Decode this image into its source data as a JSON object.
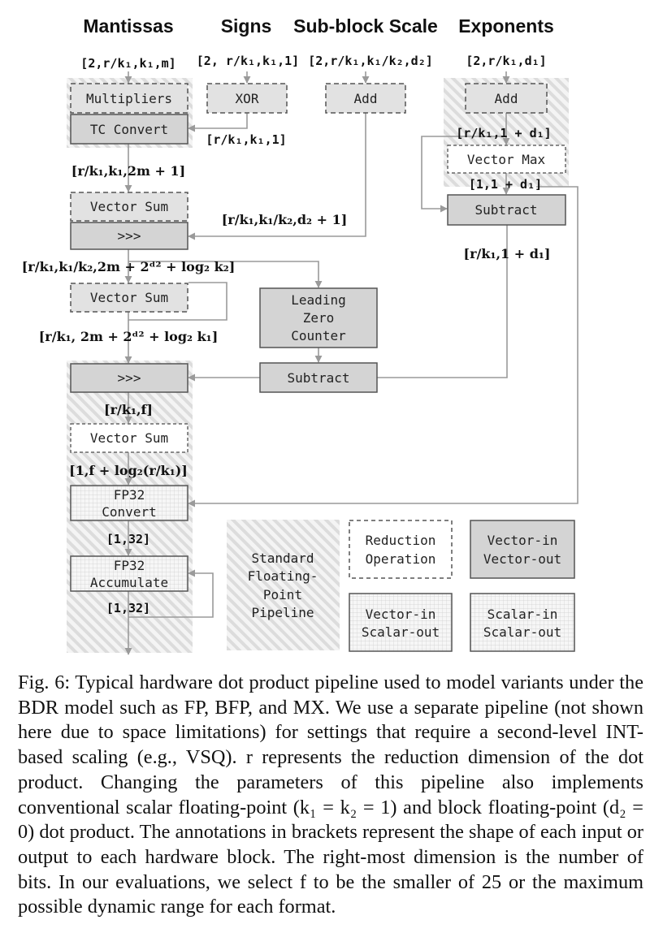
{
  "headers": {
    "mantissas": "Mantissas",
    "signs": "Signs",
    "subblock_scale": "Sub-block Scale",
    "exponents": "Exponents"
  },
  "blocks": {
    "multipliers": "Multipliers",
    "xor": "XOR",
    "add_subblock": "Add",
    "add_exp": "Add",
    "tc_convert": "TC Convert",
    "vector_max": "Vector Max",
    "vector_sum_1": "Vector Sum",
    "shift_1": ">>>",
    "subtract_exp": "Subtract",
    "vector_sum_2": "Vector Sum",
    "leading_zero_counter": [
      "Leading",
      "Zero",
      "Counter"
    ],
    "shift_2": ">>>",
    "subtract_lzc": "Subtract",
    "vector_sum_3": "Vector Sum",
    "fp32_convert": [
      "FP32",
      "Convert"
    ],
    "fp32_accumulate": [
      "FP32",
      "Accumulate"
    ]
  },
  "annotations": {
    "mantissa_in": "[2,r/k₁,k₁,m]",
    "sign_in": "[2, r/k₁,k₁,1]",
    "subblock_in": "[2,r/k₁,k₁/k₂,d₂]",
    "exp_in": "[2,r/k₁,d₁]",
    "xor_out": "[r/k₁,k₁,1]",
    "exp_add_out": "[r/k₁,1 + d₁]",
    "tc_out": "[r/k₁,k₁,2m + 1]",
    "vmax_out": "[1,1 + d₁]",
    "subblock_out": "[r/k₁,k₁/k₂,d₂ + 1]",
    "sub_out": "[r/k₁,1 + d₁]",
    "shift_out": "[r/k₁,k₁/k₂,2m + 2ᵈ² + log₂ k₂]",
    "vsum_out": "[r/k₁, 2m + 2ᵈ² + log₂ k₁]",
    "align_out": "[r/k₁,f]",
    "reduce_out": "[1,f + log₂(r/k₁)]",
    "fp32_out_1": "[1,32]",
    "fp32_out_2": "[1,32]"
  },
  "legend": {
    "standard_fp": [
      "Standard",
      "Floating-",
      "Point",
      "Pipeline"
    ],
    "reduction_op": [
      "Reduction",
      "Operation"
    ],
    "vector_in_vector_out": [
      "Vector-in",
      "Vector-out"
    ],
    "vector_in_scalar_out": [
      "Vector-in",
      "Scalar-out"
    ],
    "scalar_in_scalar_out": [
      "Scalar-in",
      "Scalar-out"
    ]
  },
  "colors": {
    "vector_fill": "#d4d4d4",
    "block_stroke": "#555555",
    "wire": "#9a9a9a",
    "hatch_stripe": "#dcdcdc"
  },
  "caption": "Fig. 6: Typical hardware dot product pipeline used to model variants under the BDR model such as FP, BFP, and MX. We use a separate pipeline (not shown here due to space limitations) for settings that require a second-level INT-based scaling (e.g., VSQ). r represents the reduction dimension of the dot product. Changing the parameters of this pipeline also implements conventional scalar floating-point (k₁ = k₂ = 1) and block floating-point (d₂ = 0) dot product. The annotations in brackets represent the shape of each input or output to each hardware block. The right-most dimension is the number of bits. In our evaluations, we select f to be the smaller of 25 or the maximum possible dynamic range for each format."
}
